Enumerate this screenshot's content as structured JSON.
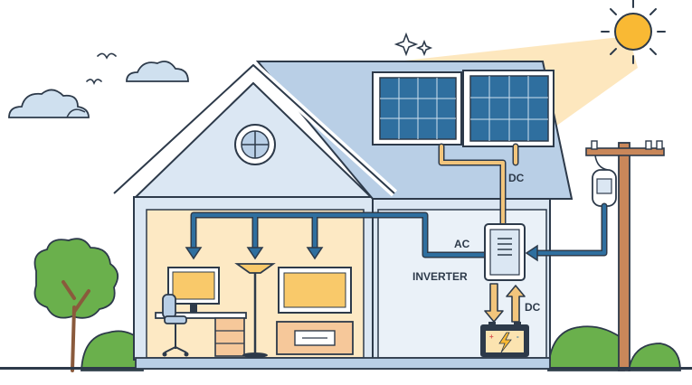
{
  "labels": {
    "dc_top": "DC",
    "ac": "AC",
    "inverter": "INVERTER",
    "dc_bottom": "DC"
  },
  "icons": [
    "sun-icon",
    "cloud-icon",
    "bird-icon",
    "sparkle-icon",
    "solar-panel-icon",
    "inverter-icon",
    "battery-icon",
    "utility-pole-icon",
    "electric-meter-icon",
    "tree-icon",
    "monitor-icon",
    "desk-lamp-icon",
    "television-icon",
    "office-chair-icon",
    "tv-cabinet-icon",
    "round-window-icon"
  ],
  "colors": {
    "outline": "#2d3a4a",
    "wall_blue": "#dbe7f3",
    "roof_blue": "#b9cfe6",
    "warm_light": "#fde9c4",
    "sun": "#f9b934",
    "dc_wire": "#f2c57c",
    "ac_wire": "#2f6f9f",
    "panel": "#2f6f9f",
    "green": "#5aa63a",
    "pole": "#c9875a"
  }
}
